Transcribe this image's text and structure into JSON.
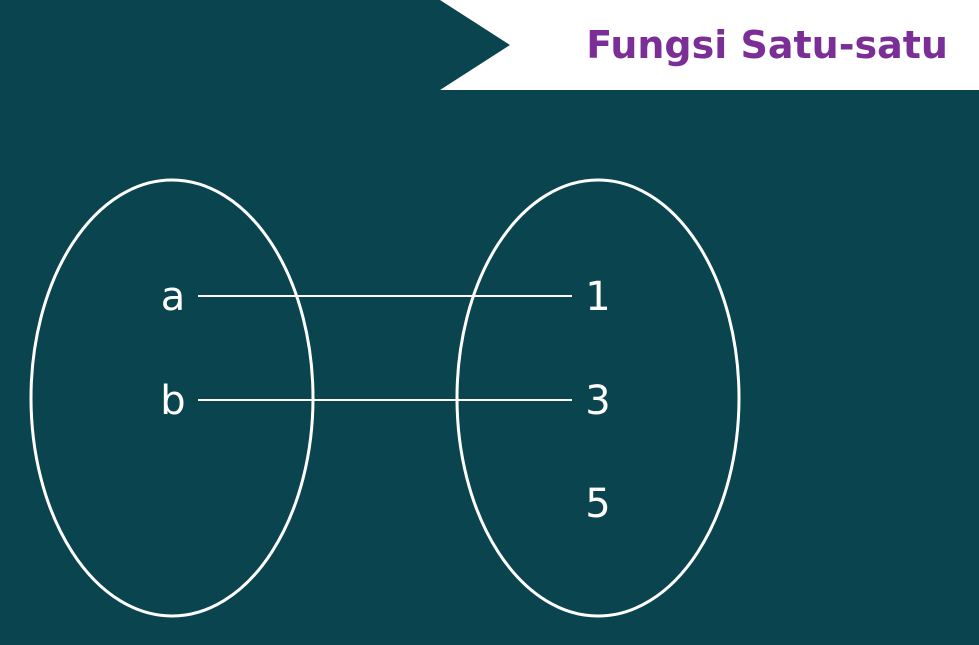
{
  "title": "Fungsi Satu-satu",
  "colors": {
    "background": "#0a444f",
    "banner": "#ffffff",
    "title": "#7a2e96",
    "stroke": "#ffffff"
  },
  "domain_set": [
    "a",
    "b"
  ],
  "codomain_set": [
    "1",
    "3",
    "5"
  ],
  "mappings": [
    {
      "from": "a",
      "to": "1"
    },
    {
      "from": "b",
      "to": "3"
    }
  ]
}
